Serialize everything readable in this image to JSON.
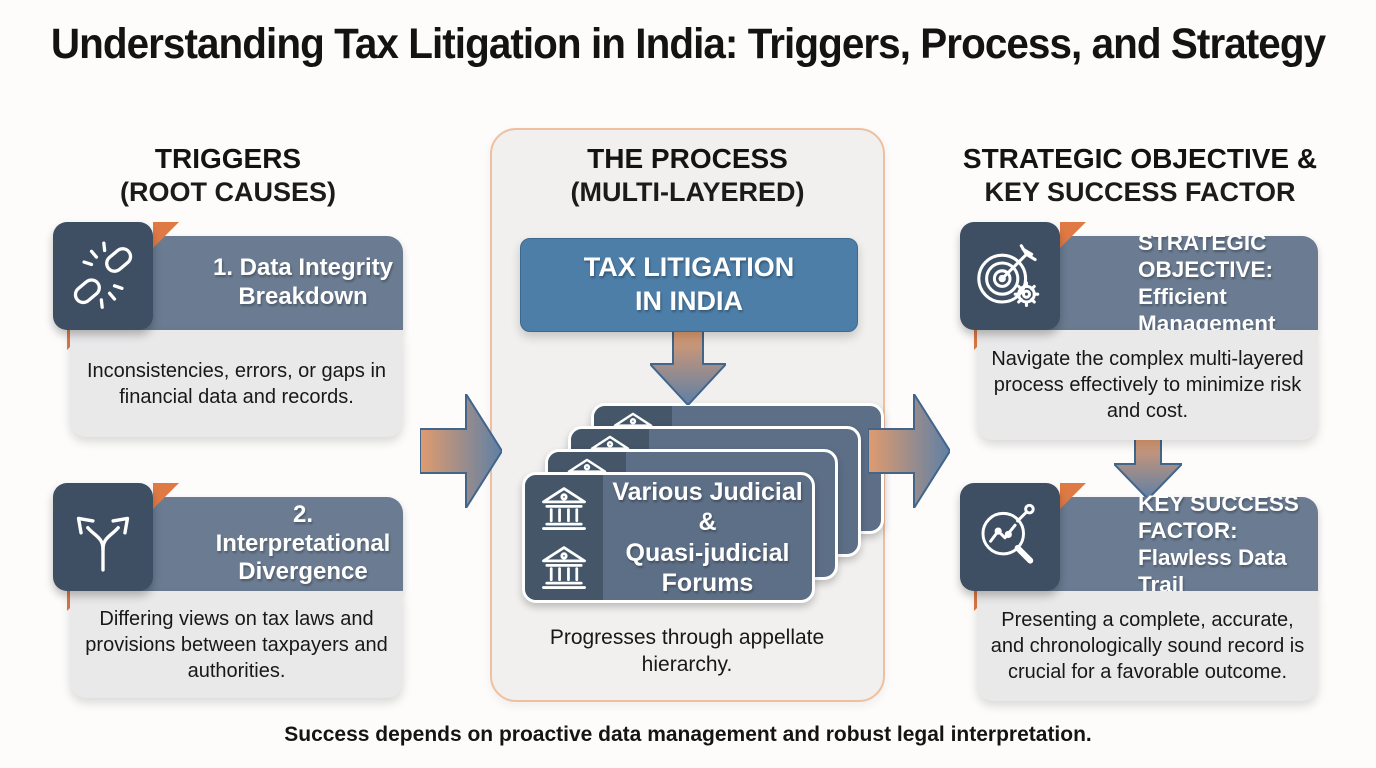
{
  "title": "Understanding Tax Litigation in India: Triggers, Process, and Strategy",
  "footer": "Success depends on proactive data management and robust legal interpretation.",
  "colors": {
    "accent_orange": "#e07a45",
    "icon_box_slate": "#3e4f63",
    "header_bar_slate": "#6b7c92",
    "process_blue": "#4d7ea8",
    "panel_bg": "#f1f0ee",
    "card_body_bg": "#e9e9ea",
    "arrow_gradient_start": "#dc9a70",
    "arrow_gradient_end": "#5e80a5"
  },
  "triggers": {
    "heading_line1": "TRIGGERS",
    "heading_line2": "(ROOT CAUSES)",
    "cards": [
      {
        "icon": "broken-chain-icon",
        "title": "1. Data Integrity Breakdown",
        "body": "Inconsistencies, errors, or gaps in financial data and records."
      },
      {
        "icon": "diverging-arrows-icon",
        "title": "2. Interpretational Divergence",
        "body": "Differing views on tax laws and provisions between taxpayers and authorities."
      }
    ]
  },
  "process": {
    "heading_line1": "THE PROCESS",
    "heading_line2": "(MULTI-LAYERED)",
    "top_box_line1": "TAX LITIGATION",
    "top_box_line2": "IN INDIA",
    "forums_icon": "courthouse-icon",
    "forums_line1": "Various Judicial &",
    "forums_line2": "Quasi-judicial",
    "forums_line3": "Forums",
    "caption": "Progresses through appellate hierarchy."
  },
  "strategy": {
    "heading_line1": "STRATEGIC OBJECTIVE &",
    "heading_line2": "KEY SUCCESS FACTOR",
    "cards": [
      {
        "icon": "target-gear-icon",
        "title_line1": "STRATEGIC OBJECTIVE:",
        "title_line2": "Efficient Management",
        "body": "Navigate the complex multi-layered process effectively to minimize risk and cost."
      },
      {
        "icon": "magnifier-chart-icon",
        "title_line1": "KEY SUCCESS FACTOR:",
        "title_line2": "Flawless Data Trail",
        "body": "Presenting a complete, accurate, and chronologically sound record is crucial for a favorable outcome."
      }
    ]
  }
}
